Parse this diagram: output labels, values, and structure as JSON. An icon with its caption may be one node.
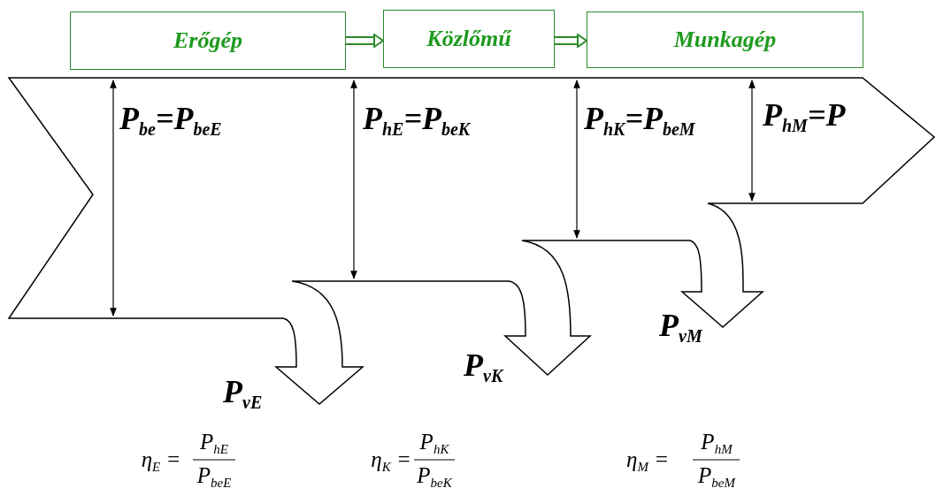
{
  "diagram": {
    "nodes": [
      {
        "text": [
          "Erőgép"
        ]
      },
      {
        "text": [
          "Közlőmű"
        ]
      },
      {
        "text": [
          "Munkagép"
        ]
      }
    ],
    "edges": [
      {
        "from": 0,
        "to": 1,
        "arrow": "to"
      },
      {
        "from": 1,
        "to": 2,
        "arrow": "to"
      }
    ],
    "labels": [
      "P$_{be}$=P$_{beE}$",
      "P$_{hE}$=P$_{beK}$",
      "P$_{hK}$=P$_{beM}$",
      "P$_{hM}$=P",
      "P$_{vE}$",
      "P$_{vK}$",
      "P$_{vM}$",
      "η$_{E}$ =",
      "P$_{hE}$",
      "P$_{beE}$",
      "η$_{K}$ =",
      "P$_{hK}$",
      "P$_{beK}$",
      "η$_{M}$ =",
      "P$_{hM}$",
      "P$_{beM}$"
    ]
  }
}
